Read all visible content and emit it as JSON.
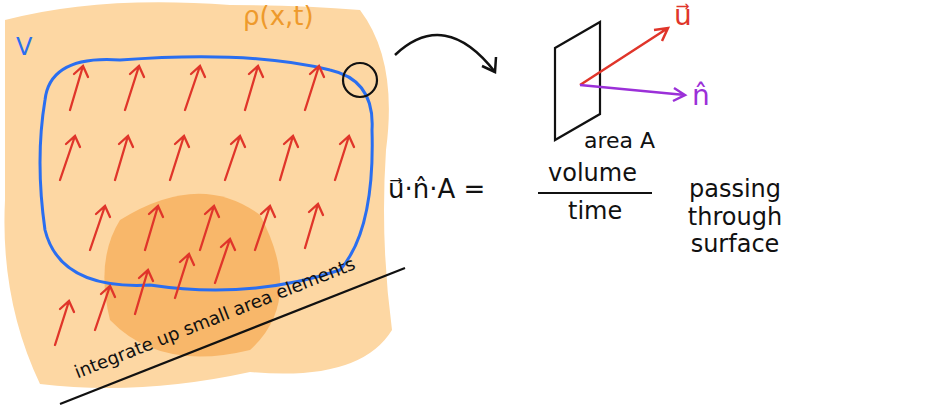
{
  "diagram": {
    "labels": [
      "ρ(x,t)",
      "V",
      "u⃗",
      "n̂",
      "area A",
      "u⃗·n̂·A =",
      "volume",
      "time",
      "passing through surface",
      "integrate up small area elements"
    ]
  }
}
